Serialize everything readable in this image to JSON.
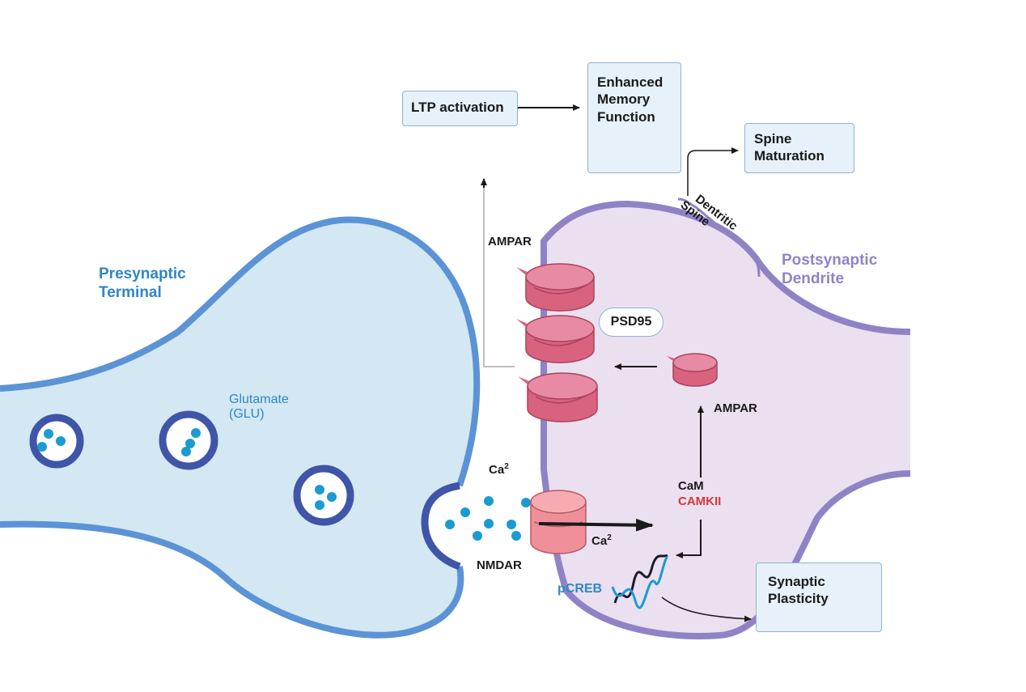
{
  "boxes": {
    "ltp": "LTP activation",
    "memory": [
      "Enhanced",
      "Memory",
      "Function"
    ],
    "spine_maturation": [
      "Spine",
      "Maturation"
    ],
    "synaptic_plasticity": [
      "Synaptic",
      "Plasticity"
    ]
  },
  "labels": {
    "presynaptic": [
      "Presynaptic",
      "Terminal"
    ],
    "postsynaptic": [
      "Postsynaptic",
      "Dendrite"
    ],
    "glutamate": [
      "Glutamate",
      "(GLU)"
    ],
    "dendritic_spine": [
      "Dentritic",
      "Spine"
    ],
    "ampar_top": "AMPAR",
    "ampar_right": "AMPAR",
    "psd95": "PSD95",
    "nmdar": "NMDAR",
    "ca_top_base": "Ca",
    "ca_top_sup": "2",
    "ca_bottom_base": "Ca",
    "ca_bottom_sup": "2",
    "cam": "CaM",
    "camkii": "CAMKII",
    "pcreb": "pCREB"
  },
  "colors": {
    "pre_fill": "#d3e8f3",
    "pre_stroke": "#5b93d6",
    "post_fill": "#ebe0ef",
    "post_stroke": "#8f83c6",
    "receptor_fill": "#e07895",
    "vesicle_ring": "#3f55a8",
    "glutamate_dot": "#1b9bd1",
    "presyn_text": "#2f86c6",
    "postsyn_text": "#9283c4",
    "camkii_text": "#d03a3a",
    "pcreb_text": "#2f86c6"
  }
}
